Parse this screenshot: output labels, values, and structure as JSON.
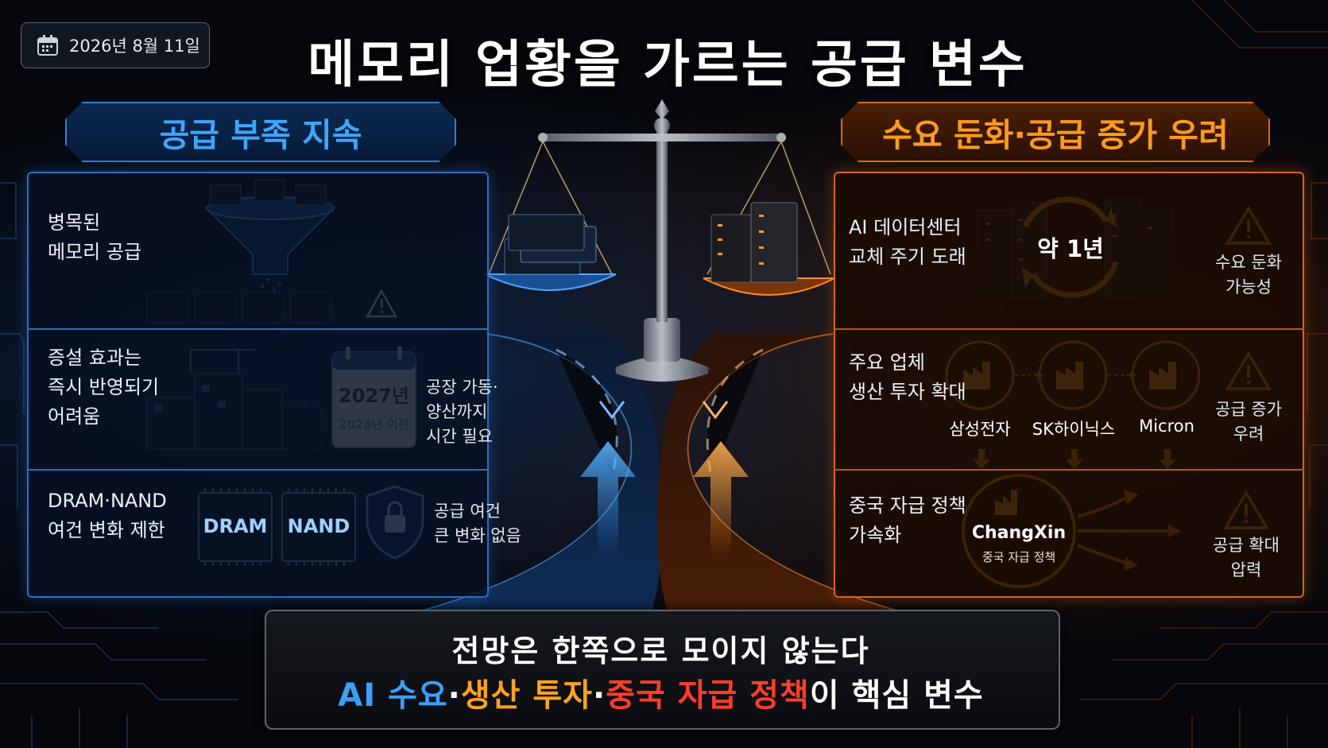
{
  "date": "2026년 8월 11일",
  "title": "메모리 업황을 가르는 공급 변수",
  "left": {
    "header": "공급 부족 지속",
    "rows": [
      {
        "label_lines": [
          "병목된",
          "메모리 공급"
        ]
      },
      {
        "label_lines": [
          "증설 효과는",
          "즉시 반영되기",
          "어려움"
        ],
        "calendar_year": "2027년",
        "calendar_sub": "2028년 이전",
        "note_lines": [
          "공장 가동·",
          "양산까지",
          "시간 필요"
        ]
      },
      {
        "label_lines": [
          "DRAM·NAND",
          "여건 변화 제한"
        ],
        "chips": [
          "DRAM",
          "NAND"
        ],
        "note_lines": [
          "공급 여건",
          "큰 변화 없음"
        ]
      }
    ]
  },
  "right": {
    "header": "수요 둔화·공급 증가 우려",
    "rows": [
      {
        "label_lines": [
          "AI 데이터센터",
          "교체 주기 도래"
        ],
        "cycle": "약 1년",
        "warn_lines": [
          "수요 둔화",
          "가능성"
        ]
      },
      {
        "label_lines": [
          "주요 업체",
          "생산 투자 확대"
        ],
        "companies": [
          "삼성전자",
          "SK하이닉스",
          "Micron"
        ],
        "warn_lines": [
          "공급 증가",
          "우려"
        ]
      },
      {
        "label_lines": [
          "중국 자급 정책",
          "가속화"
        ],
        "badge_title": "ChangXin",
        "badge_sub": "중국 자급 정책",
        "warn_lines": [
          "공급 확대",
          "압력"
        ]
      }
    ]
  },
  "bottom": {
    "line1": "전망은 한쪽으로 모이지 않는다",
    "k1": "AI 수요",
    "sep1": "·",
    "k2": "생산 투자",
    "sep2": "·",
    "k3": "중국 자급 정책",
    "tail": "이 핵심 변수"
  },
  "colors": {
    "blue": "#3aa0ff",
    "orange": "#ffa21f",
    "red": "#ff3d2a",
    "warning": "#ff9a1f"
  }
}
